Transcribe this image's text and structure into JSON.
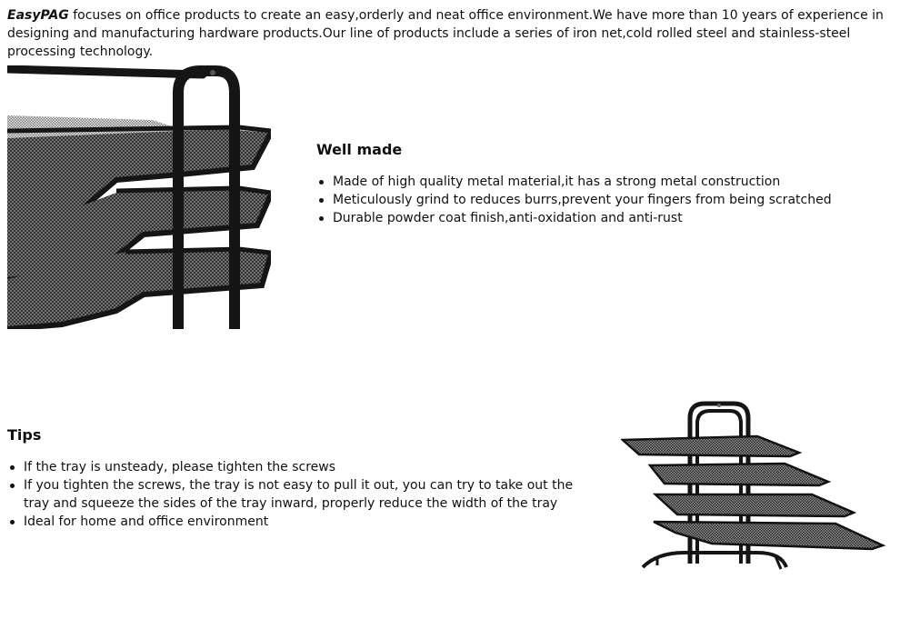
{
  "intro": {
    "brand": "EasyPAG",
    "text": " focuses on office products to create an easy,orderly and neat office environment.We have more than 10 years of experience in designing and manufacturing hardware products.Our line of products include a series of iron net,cold rolled steel and stainless-steel processing technology."
  },
  "well_made": {
    "heading": "Well made",
    "bullets": [
      "Made of high quality metal material,it has a strong metal construction",
      "Meticulously grind to reduces burrs,prevent your fingers from being scratched",
      "Durable powder coat finish,anti-oxidation and anti-rust"
    ]
  },
  "tips": {
    "heading": "Tips",
    "bullets": [
      "If the tray is unsteady, please tighten the screws",
      "If you tighten the screws, the tray is not easy to pull it out, you can try to take out the tray and squeeze the sides of the tray inward, properly reduce the width of the tray",
      "Ideal for home and office environment"
    ]
  },
  "colors": {
    "metal": "#1a1a1a",
    "mesh": "#3a3a3a",
    "text": "#0f1111"
  }
}
